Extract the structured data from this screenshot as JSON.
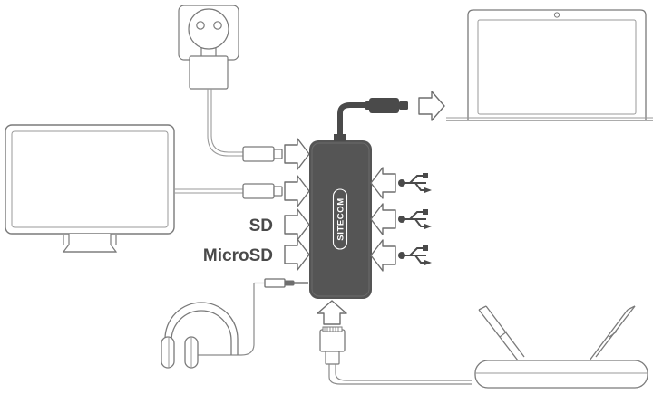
{
  "diagram": {
    "title": "USB-C hub connectivity diagram",
    "colors": {
      "hub_body": "#555555",
      "outline": "#7a7a7a",
      "dark_connector": "#4a4a4a",
      "label": "#4a4a4a",
      "brand_text": "#ffffff",
      "background": "#ffffff"
    }
  },
  "hub": {
    "brand": "SITECOM",
    "name": "usb-c-hub"
  },
  "labels": {
    "sd": "SD",
    "microsd": "MicroSD"
  },
  "devices": {
    "monitor": "monitor",
    "laptop": "laptop",
    "power_adapter": "power-adapter",
    "wall_socket": "wall-socket",
    "headphones": "headphones",
    "router": "wireless-router"
  },
  "ports": {
    "left": [
      {
        "name": "video-port-1",
        "label": "",
        "icon": "arrow-right-icon"
      },
      {
        "name": "video-port-2",
        "label": "",
        "icon": "arrow-right-icon"
      },
      {
        "name": "sd-card-slot",
        "label": "SD",
        "icon": "arrow-right-icon"
      },
      {
        "name": "microsd-card-slot",
        "label": "MicroSD",
        "icon": "arrow-right-icon"
      }
    ],
    "right": [
      {
        "name": "usb-port-1",
        "icon": "usb-icon"
      },
      {
        "name": "usb-port-2",
        "icon": "usb-icon"
      },
      {
        "name": "usb-port-3",
        "icon": "usb-icon"
      }
    ],
    "top": {
      "name": "usb-c-host-port",
      "icon": "usb-c-plug-icon"
    },
    "bottom": {
      "name": "ethernet-port",
      "icon": "rj45-plug-icon"
    },
    "audio": {
      "name": "audio-jack-port",
      "icon": "audio-jack-icon"
    }
  },
  "connectors": {
    "usb_c_plug": "usb-c-plug",
    "video_plug_1": "video-plug",
    "video_plug_2": "video-plug",
    "audio_plug": "audio-jack-plug",
    "rj45_plug": "rj45-plug"
  }
}
